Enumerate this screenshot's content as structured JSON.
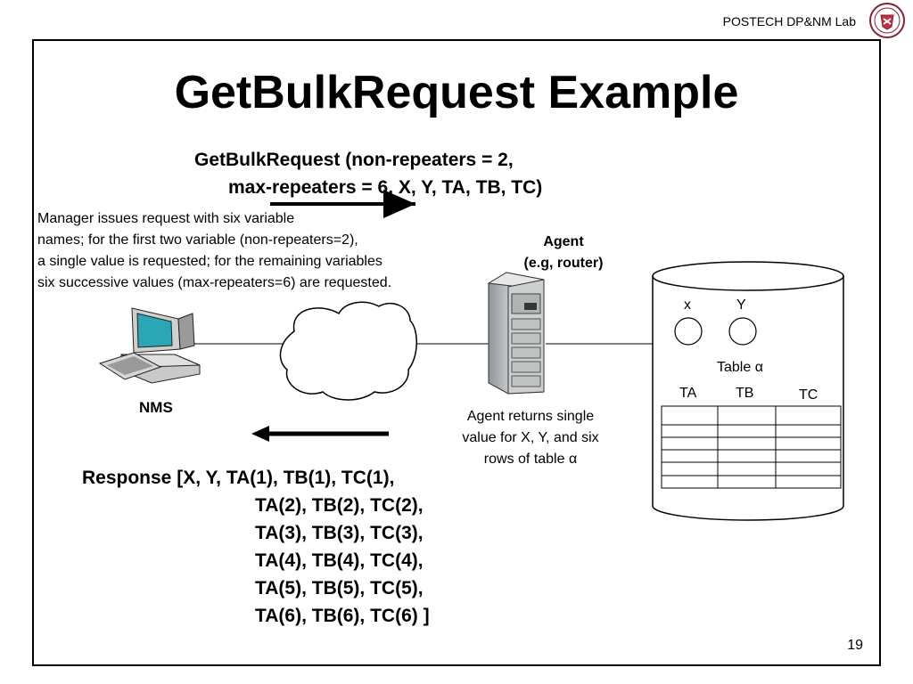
{
  "header": {
    "lab_name": "POSTECH DP&NM Lab",
    "page_number": "19"
  },
  "slide": {
    "title": "GetBulkRequest Example",
    "request_line1": "GetBulkRequest (non-repeaters = 2,",
    "request_line2": "max-repeaters = 6, X, Y, TA, TB, TC)",
    "manager_description": "Manager issues request with six variable\nnames; for the first two variable (non-repeaters=2),\na single value is requested; for the remaining variables\nsix successive values (max-repeaters=6) are requested.",
    "nms_label": "NMS",
    "agent_label": "Agent\n(e.g, router)",
    "agent_returns": "Agent returns single\nvalue for X, Y, and six\nrows of table α",
    "response_lines": [
      "Response [X, Y, TA(1), TB(1), TC(1),",
      "TA(2), TB(2), TC(2),",
      "TA(3), TB(3), TC(3),",
      "TA(4), TB(4), TC(4),",
      "TA(5), TB(5), TC(5),",
      "TA(6), TB(6), TC(6) ]"
    ]
  },
  "database": {
    "var_x": "x",
    "var_y": "Y",
    "table_label": "Table α",
    "columns": [
      "TA",
      "TB",
      "TC"
    ]
  }
}
